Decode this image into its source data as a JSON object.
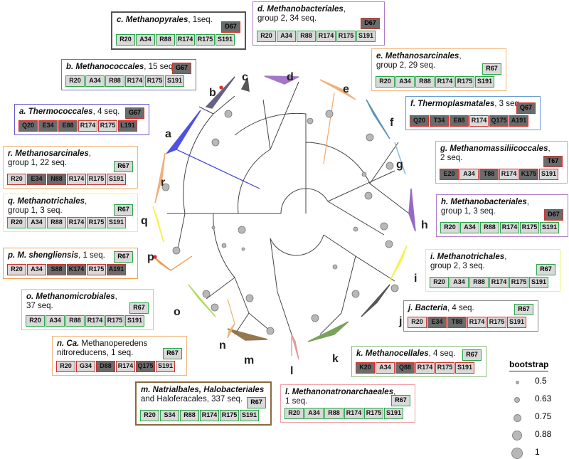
{
  "colors": {
    "good_border": "#2aa64a",
    "bad_border": "#d0312d",
    "cell_light": "#d9d9d9",
    "cell_dark": "#6b6b6b"
  },
  "panels": [
    {
      "id": "c",
      "title_bold": "c. Methanopyrales",
      "title_rest": ", 1seq.",
      "title2": "",
      "extra": "D67",
      "extra_fill": "dark",
      "extra_border": "bad",
      "cells": [
        [
          "R20",
          "light",
          "good"
        ],
        [
          "A34",
          "light",
          "good"
        ],
        [
          "R88",
          "light",
          "good"
        ],
        [
          "R174",
          "light",
          "good"
        ],
        [
          "R175",
          "light",
          "good"
        ],
        [
          "S191",
          "light",
          "good"
        ]
      ],
      "frame": "#555555"
    },
    {
      "id": "d",
      "title_bold": "d. Methanobacteriales",
      "title_rest": ",",
      "title2": "group 2, 34 seq.",
      "extra": "D67",
      "extra_fill": "dark",
      "extra_border": "bad",
      "cells": [
        [
          "R20",
          "light",
          "good"
        ],
        [
          "A34",
          "light",
          "good"
        ],
        [
          "R88",
          "light",
          "good"
        ],
        [
          "R174",
          "light",
          "good"
        ],
        [
          "R175",
          "light",
          "good"
        ],
        [
          "S191",
          "light",
          "good"
        ]
      ],
      "frame": "#b07cc6"
    },
    {
      "id": "b",
      "title_bold": "b. Methanococcales",
      "title_rest": ", 15 seq.",
      "title2": "",
      "extra": "G67",
      "extra_fill": "dark",
      "extra_border": "bad",
      "cells": [
        [
          "R20",
          "light",
          "good"
        ],
        [
          "A34",
          "light",
          "good"
        ],
        [
          "R88",
          "light",
          "good"
        ],
        [
          "R174",
          "light",
          "good"
        ],
        [
          "R175",
          "light",
          "good"
        ],
        [
          "S191",
          "light",
          "good"
        ]
      ],
      "frame": "#7a6fb0"
    },
    {
      "id": "e",
      "title_bold": "e. Methanosarcinales",
      "title_rest": ",",
      "title2": "group 2, 29 seq.",
      "extra": "R67",
      "extra_fill": "light",
      "extra_border": "good",
      "cells": [
        [
          "R20",
          "light",
          "good"
        ],
        [
          "A34",
          "light",
          "good"
        ],
        [
          "R88",
          "light",
          "good"
        ],
        [
          "R174",
          "light",
          "good"
        ],
        [
          "R175",
          "light",
          "good"
        ],
        [
          "S191",
          "light",
          "good"
        ]
      ],
      "frame": "#f0b77a"
    },
    {
      "id": "a",
      "title_bold": "a. Thermococcales",
      "title_rest": ", 4 seq.",
      "title2": "",
      "extra": "G67",
      "extra_fill": "dark",
      "extra_border": "bad",
      "cells": [
        [
          "Q20",
          "dark",
          "bad"
        ],
        [
          "E34",
          "dark",
          "bad"
        ],
        [
          "E88",
          "dark",
          "bad"
        ],
        [
          "R174",
          "light",
          "bad"
        ],
        [
          "R175",
          "light",
          "bad"
        ],
        [
          "L191",
          "dark",
          "bad"
        ]
      ],
      "frame": "#6a5acd"
    },
    {
      "id": "f",
      "title_bold": "f. Thermoplasmatales",
      "title_rest": ", 3 seq.",
      "title2": "",
      "extra": "Q67",
      "extra_fill": "dark",
      "extra_border": "bad",
      "cells": [
        [
          "Q20",
          "dark",
          "bad"
        ],
        [
          "T34",
          "dark",
          "bad"
        ],
        [
          "E88",
          "dark",
          "bad"
        ],
        [
          "R174",
          "light",
          "bad"
        ],
        [
          "Q175",
          "dark",
          "bad"
        ],
        [
          "A191",
          "dark",
          "bad"
        ]
      ],
      "frame": "#6a9bd1"
    },
    {
      "id": "r",
      "title_bold": "r. Methanosarcinales",
      "title_rest": ",",
      "title2": "group 1, 22 seq.",
      "extra": "R67",
      "extra_fill": "light",
      "extra_border": "good",
      "cells": [
        [
          "R20",
          "light",
          "bad"
        ],
        [
          "E34",
          "dark",
          "bad"
        ],
        [
          "N88",
          "dark",
          "bad"
        ],
        [
          "R174",
          "light",
          "bad"
        ],
        [
          "R175",
          "light",
          "bad"
        ],
        [
          "S191",
          "light",
          "bad"
        ]
      ],
      "frame": "#f0b77a"
    },
    {
      "id": "g",
      "title_bold": "g. Methanomassiliicoccales",
      "title_rest": ",",
      "title2": "2 seq.",
      "extra": "T67",
      "extra_fill": "dark",
      "extra_border": "bad",
      "cells": [
        [
          "E20",
          "dark",
          "bad"
        ],
        [
          "A34",
          "light",
          "bad"
        ],
        [
          "T88",
          "dark",
          "bad"
        ],
        [
          "R174",
          "light",
          "bad"
        ],
        [
          "K175",
          "dark",
          "bad"
        ],
        [
          "S191",
          "light",
          "bad"
        ]
      ],
      "frame": "#8fc3e3"
    },
    {
      "id": "q",
      "title_bold": "q. Methanotrichales",
      "title_rest": ",",
      "title2": "group 1, 3 seq.",
      "extra": "R67",
      "extra_fill": "light",
      "extra_border": "good",
      "cells": [
        [
          "R20",
          "light",
          "good"
        ],
        [
          "A34",
          "light",
          "good"
        ],
        [
          "R88",
          "light",
          "good"
        ],
        [
          "R174",
          "light",
          "good"
        ],
        [
          "R175",
          "light",
          "good"
        ],
        [
          "S191",
          "light",
          "good"
        ]
      ],
      "frame": "#f2ef6a"
    },
    {
      "id": "h",
      "title_bold": "h. Methanobacteriales",
      "title_rest": ",",
      "title2": "group 1, 3 seq.",
      "extra": "D67",
      "extra_fill": "dark",
      "extra_border": "bad",
      "cells": [
        [
          "R20",
          "light",
          "good"
        ],
        [
          "A34",
          "light",
          "good"
        ],
        [
          "R88",
          "light",
          "good"
        ],
        [
          "R174",
          "light",
          "good"
        ],
        [
          "R175",
          "light",
          "good"
        ],
        [
          "S191",
          "light",
          "good"
        ]
      ],
      "frame": "#b07cc6"
    },
    {
      "id": "p",
      "title_bold": "p. M. shengliensis",
      "title_rest": ", 1 seq.",
      "title2": "",
      "extra": "R67",
      "extra_fill": "light",
      "extra_border": "good",
      "cells": [
        [
          "R20",
          "light",
          "bad"
        ],
        [
          "A34",
          "light",
          "bad"
        ],
        [
          "S88",
          "dark",
          "bad"
        ],
        [
          "K174",
          "dark",
          "bad"
        ],
        [
          "R175",
          "light",
          "bad"
        ],
        [
          "A191",
          "dark",
          "bad"
        ]
      ],
      "frame": "#f0a050"
    },
    {
      "id": "i",
      "title_bold": "i. Methanotrichales",
      "title_rest": ",",
      "title2": "group 2, 3 seq.",
      "extra": "R67",
      "extra_fill": "light",
      "extra_border": "good",
      "cells": [
        [
          "R20",
          "light",
          "good"
        ],
        [
          "A34",
          "light",
          "good"
        ],
        [
          "R88",
          "light",
          "good"
        ],
        [
          "R174",
          "light",
          "good"
        ],
        [
          "R175",
          "light",
          "good"
        ],
        [
          "S191",
          "light",
          "good"
        ]
      ],
      "frame": "#f2ef6a"
    },
    {
      "id": "o",
      "title_bold": "o. Methanomicrobiales",
      "title_rest": ",",
      "title2": "37 seq.",
      "extra": "R67",
      "extra_fill": "light",
      "extra_border": "good",
      "cells": [
        [
          "R20",
          "light",
          "good"
        ],
        [
          "A34",
          "light",
          "good"
        ],
        [
          "R88",
          "light",
          "good"
        ],
        [
          "R174",
          "light",
          "good"
        ],
        [
          "R175",
          "light",
          "good"
        ],
        [
          "S191",
          "light",
          "good"
        ]
      ],
      "frame": "#b6dd6a"
    },
    {
      "id": "j",
      "title_bold": "j. Bacteria",
      "title_rest": ", 4 seq.",
      "title2": "",
      "extra": "R67",
      "extra_fill": "light",
      "extra_border": "good",
      "cells": [
        [
          "R20",
          "light",
          "bad"
        ],
        [
          "E34",
          "dark",
          "bad"
        ],
        [
          "T88",
          "dark",
          "bad"
        ],
        [
          "R174",
          "light",
          "bad"
        ],
        [
          "R175",
          "light",
          "bad"
        ],
        [
          "S191",
          "light",
          "bad"
        ]
      ],
      "frame": "#888888"
    },
    {
      "id": "n",
      "title_bold": "n. Ca.",
      "title_rest": " Methanoperedens",
      "title2": "nitroreducens, 1 seq.",
      "extra": "R67",
      "extra_fill": "light",
      "extra_border": "good",
      "cells": [
        [
          "R20",
          "light",
          "bad"
        ],
        [
          "G34",
          "light",
          "bad"
        ],
        [
          "D88",
          "dark",
          "bad"
        ],
        [
          "R174",
          "light",
          "bad"
        ],
        [
          "Q175",
          "dark",
          "bad"
        ],
        [
          "S191",
          "light",
          "bad"
        ]
      ],
      "frame": "#f0b77a"
    },
    {
      "id": "k",
      "title_bold": "k. Methanocellales",
      "title_rest": ", 4 seq.",
      "title2": "",
      "extra": "R67",
      "extra_fill": "light",
      "extra_border": "good",
      "cells": [
        [
          "K20",
          "dark",
          "bad"
        ],
        [
          "A34",
          "light",
          "bad"
        ],
        [
          "Q88",
          "dark",
          "bad"
        ],
        [
          "R174",
          "light",
          "bad"
        ],
        [
          "R175",
          "light",
          "bad"
        ],
        [
          "S191",
          "light",
          "bad"
        ]
      ],
      "frame": "#8cc07a"
    },
    {
      "id": "m",
      "title_bold": "m. Natrialbales, Halobacteriales",
      "title_rest": "",
      "title2": "and Haloferacales, 337 seq.",
      "extra": "R67",
      "extra_fill": "light",
      "extra_border": "good",
      "cells": [
        [
          "R20",
          "light",
          "good"
        ],
        [
          "S34",
          "light",
          "good"
        ],
        [
          "R88",
          "light",
          "good"
        ],
        [
          "R174",
          "light",
          "good"
        ],
        [
          "R175",
          "light",
          "good"
        ],
        [
          "S191",
          "light",
          "good"
        ]
      ],
      "frame": "#8b6a3a"
    },
    {
      "id": "l",
      "title_bold": "l. Methanonatronarchaeales",
      "title_rest": ",",
      "title2": "1 seq.",
      "extra": "R67",
      "extra_fill": "light",
      "extra_border": "good",
      "cells": [
        [
          "R20",
          "light",
          "good"
        ],
        [
          "A34",
          "light",
          "good"
        ],
        [
          "R88",
          "light",
          "good"
        ],
        [
          "R174",
          "light",
          "good"
        ],
        [
          "R175",
          "light",
          "good"
        ],
        [
          "S191",
          "light",
          "good"
        ]
      ],
      "frame": "#f0a0a8"
    }
  ],
  "letters": [
    "a",
    "b",
    "c",
    "d",
    "e",
    "f",
    "g",
    "h",
    "i",
    "j",
    "k",
    "l",
    "m",
    "n",
    "o",
    "p",
    "q",
    "r"
  ],
  "clade_colors": {
    "a": "#3b3fe0",
    "b": "#55507a",
    "c": "#444444",
    "d": "#9a6ac0",
    "e": "#f2a868",
    "f": "#4d86b0",
    "g": "#78b4e4",
    "h": "#8a5ac0",
    "i": "#f4f23a",
    "j": "#444444",
    "k": "#6a9a4a",
    "l": "#e09090",
    "m": "#8a6a3a",
    "n": "#f0b070",
    "o": "#a8d848",
    "p": "#f09040",
    "q": "#f4f23a",
    "r": "#f2a868"
  },
  "legend": {
    "title": "bootstrap",
    "values": [
      "0.5",
      "0.63",
      "0.75",
      "0.88",
      "1"
    ]
  }
}
